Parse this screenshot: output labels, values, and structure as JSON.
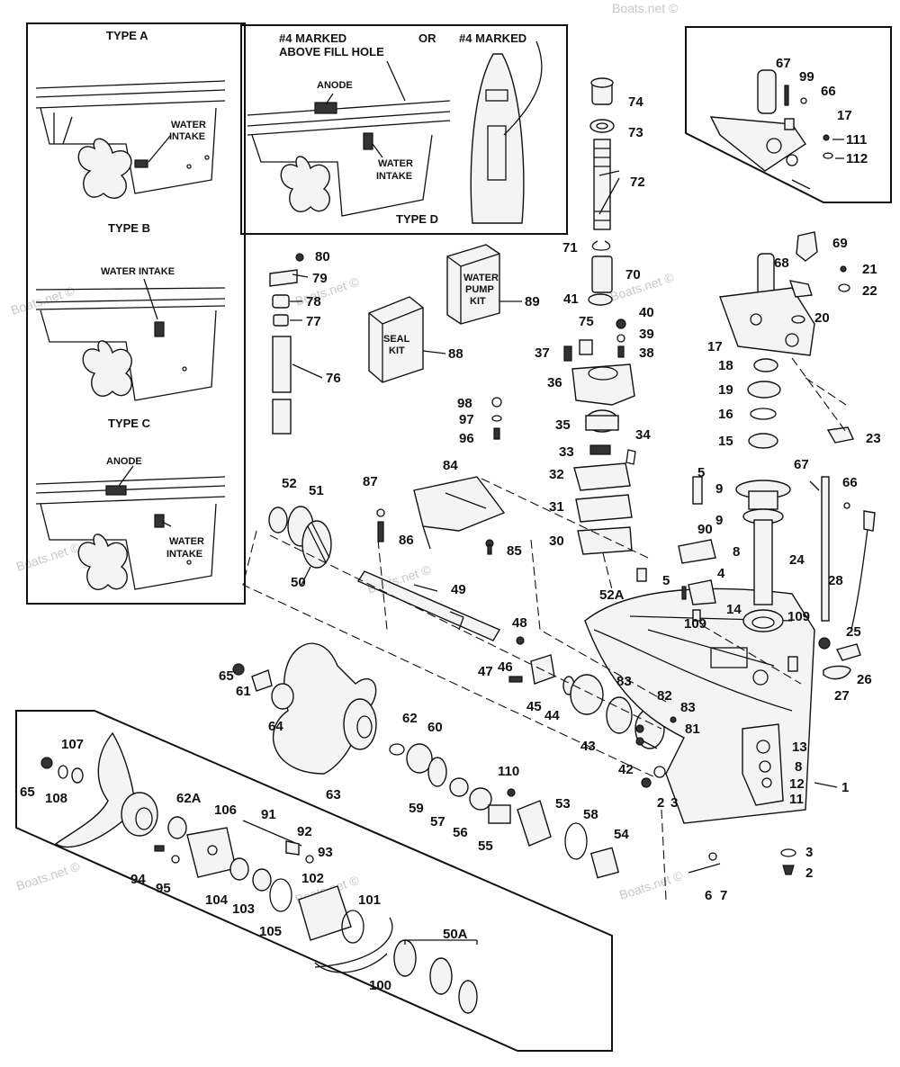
{
  "watermarks": {
    "top": "Boats.net ©",
    "left": "Boats.net ©",
    "mid1": "Boats.net ©",
    "mid2": "Boats.net ©",
    "mid3": "Boats.net ©",
    "low1": "Boats.net ©",
    "low2": "Boats.net ©",
    "low3": "Boats.net ©",
    "low4": "Boats.net ©"
  },
  "inset_types": {
    "type_a": "TYPE A",
    "type_b": "TYPE B",
    "type_c": "TYPE C",
    "type_d": "TYPE D",
    "water_intake_a1": "WATER",
    "water_intake_a2": "INTAKE",
    "water_intake_b": "WATER INTAKE",
    "anode_c": "ANODE",
    "water_c1": "WATER",
    "intake_c2": "INTAKE"
  },
  "inset_d": {
    "marked_left_1": "#4 MARKED",
    "marked_left_2": "ABOVE FILL HOLE",
    "or": "OR",
    "marked_right": "#4 MARKED",
    "anode": "ANODE",
    "water": "WATER",
    "intake": "INTAKE"
  },
  "kits": {
    "seal_kit_1": "SEAL",
    "seal_kit_2": "KIT",
    "water_pump_kit_1": "WATER",
    "water_pump_kit_2": "PUMP",
    "water_pump_kit_3": "KIT"
  },
  "callouts": {
    "c74": "74",
    "c73": "73",
    "c72": "72",
    "c71": "71",
    "c70": "70",
    "c41": "41",
    "c75": "75",
    "c40": "40",
    "c39": "39",
    "c38": "38",
    "c37": "37",
    "c36": "36",
    "c35": "35",
    "c34": "34",
    "c33": "33",
    "c32": "32",
    "c31": "31",
    "c30": "30",
    "c80": "80",
    "c79": "79",
    "c78": "78",
    "c77": "77",
    "c76": "76",
    "c88": "88",
    "c89": "89",
    "c98": "98",
    "c97": "97",
    "c96": "96",
    "c87": "87",
    "c86": "86",
    "c84": "84",
    "c85": "85",
    "c52": "52",
    "c51": "51",
    "c50": "50",
    "c49": "49",
    "c48": "48",
    "c47": "47",
    "c46": "46",
    "c45": "45",
    "c44": "44",
    "c43": "43",
    "c42": "42",
    "c65a": "65",
    "c61": "61",
    "c64": "64",
    "c63": "63",
    "c62": "62",
    "c60": "60",
    "c59": "59",
    "c57": "57",
    "c56": "56",
    "c55": "55",
    "c110": "110",
    "c53": "53",
    "c58": "58",
    "c54": "54",
    "c82": "82",
    "c83a": "83",
    "c83b": "83",
    "c81": "81",
    "c2a": "2",
    "c3a": "3",
    "c1": "1",
    "c3b": "3",
    "c2b": "2",
    "c6": "6",
    "c7": "7",
    "c13": "13",
    "c8b": "8",
    "c12": "12",
    "c11": "11",
    "c67": "67",
    "c99": "99",
    "c66": "66",
    "c17a": "17",
    "c111": "111",
    "c112": "112",
    "c69": "69",
    "c68": "68",
    "c21": "21",
    "c22": "22",
    "c20": "20",
    "c17b": "17",
    "c18": "18",
    "c19": "19",
    "c16": "16",
    "c15": "15",
    "c23": "23",
    "c5a": "5",
    "c90": "90",
    "c9a": "9",
    "c9b": "9",
    "c8a": "8",
    "c4": "4",
    "c5b": "5",
    "c52a": "52A",
    "c14": "14",
    "c109a": "109",
    "c109b": "109",
    "c67b": "67",
    "c66b": "66",
    "c24": "24",
    "c28": "28",
    "c25": "25",
    "c26": "26",
    "c27": "27",
    "c107": "107",
    "c65b": "65",
    "c108": "108",
    "c62a": "62A",
    "c106": "106",
    "c91": "91",
    "c92": "92",
    "c93": "93",
    "c94": "94",
    "c95": "95",
    "c104": "104",
    "c103": "103",
    "c105": "105",
    "c102": "102",
    "c101": "101",
    "c100": "100",
    "c50a": "50A"
  }
}
